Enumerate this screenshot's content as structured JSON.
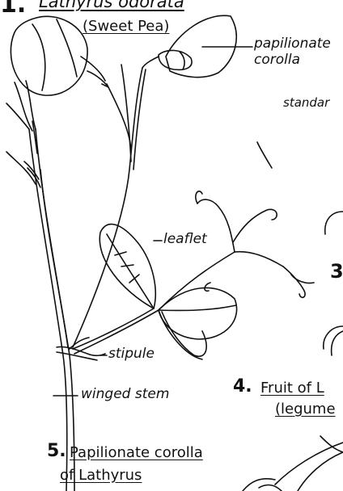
{
  "figure1": {
    "number": "1.",
    "title": "Lathyrus odorata",
    "subtitle": "(Sweet Pea)"
  },
  "labels": {
    "papilionate_corolla": "papilionate corolla",
    "standard": "standar",
    "leaflet": "leaflet",
    "stipule": "stipule",
    "winged_stem": "winged stem",
    "fig3_number": "3"
  },
  "figure4": {
    "number": "4.",
    "title": "Fruit of L",
    "subtitle": "(legume"
  },
  "figure5": {
    "number": "5.",
    "title": "Papilionate corolla",
    "subtitle": "of Lathyrus"
  }
}
